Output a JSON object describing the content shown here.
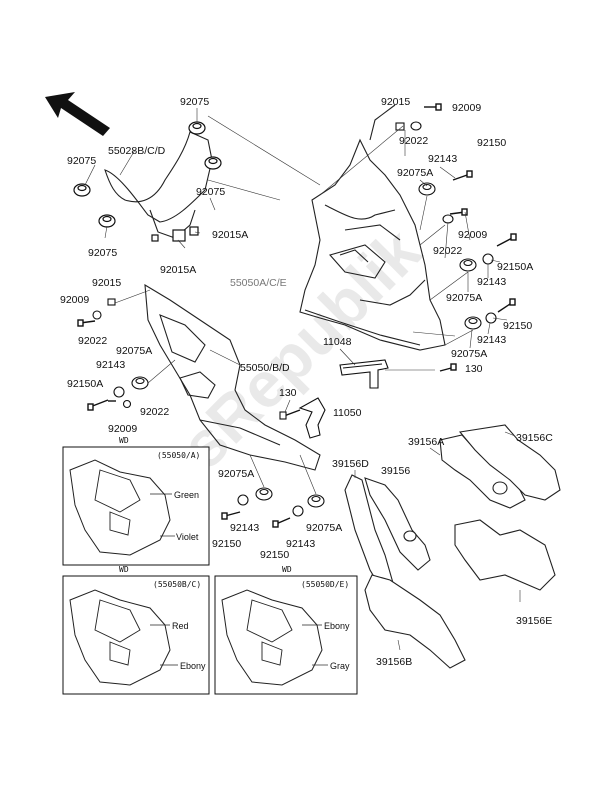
{
  "watermark": "PartsRepublik",
  "parts": {
    "p92075_a": "92075",
    "p55028": "55028B/C/D",
    "p92075_b": "92075",
    "p92075_c": "92075",
    "p92075_d": "92075",
    "p92015A_a": "92015A",
    "p92015A_b": "92015A",
    "p92015_top": "92015",
    "p92009_top": "92009",
    "p92022_top": "92022",
    "p92150_top": "92150",
    "p92143_top": "92143",
    "p92075A_top": "92075A",
    "p55050ACE": "55050A/C/E",
    "p92009_r": "92009",
    "p92022_r": "92022",
    "p92150A_r": "92150A",
    "p92143_r": "92143",
    "p92075A_r": "92075A",
    "p92150_r2": "92150",
    "p92143_r2": "92143",
    "p92075A_r2": "92075A",
    "p11048": "11048",
    "p130_a": "130",
    "p130_b": "130",
    "p11050": "11050",
    "p92015_l": "92015",
    "p92009_l": "92009",
    "p92022_l": "92022",
    "p92075A_l": "92075A",
    "p55050BD": "55050/B/D",
    "p92143_l": "92143",
    "p92150A_l": "92150A",
    "p92022_l2": "92022",
    "p92009_l2": "92009",
    "p92075A_m": "92075A",
    "p92143_m": "92143",
    "p92150_m": "92150",
    "p92150_m2": "92150",
    "p92143_m2": "92143",
    "p92075A_m2": "92075A",
    "p39156D": "39156D",
    "p39156": "39156",
    "p39156A": "39156A",
    "p39156C": "39156C",
    "p39156E": "39156E",
    "p39156B": "39156B"
  },
  "insets": {
    "top": {
      "tag": "WD",
      "code": "(55050/A)",
      "color1": "Green",
      "color2": "Violet"
    },
    "bottom_left": {
      "tag": "WD",
      "code": "(55050B/C)",
      "color1": "Red",
      "color2": "Ebony"
    },
    "bottom_right": {
      "tag": "WD",
      "code": "(55050D/E)",
      "color1": "Ebony",
      "color2": "Gray"
    }
  }
}
